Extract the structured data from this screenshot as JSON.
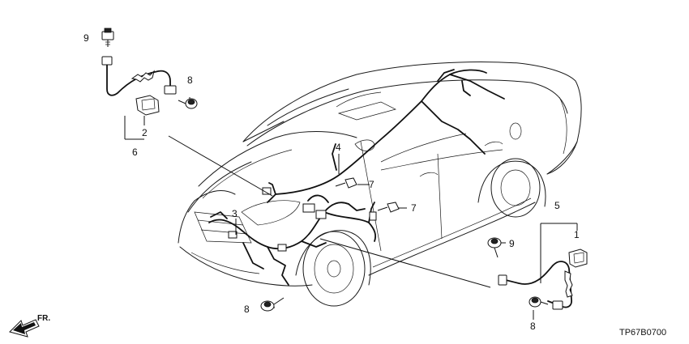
{
  "diagram": {
    "callouts": {
      "c1": "1",
      "c2": "2",
      "c3": "3",
      "c4": "4",
      "c5": "5",
      "c6": "6",
      "c7a": "7",
      "c7b": "7",
      "c8a": "8",
      "c8b": "8",
      "c8c": "8",
      "c9a": "9",
      "c9b": "9"
    },
    "diagram_code": "TP67B0700",
    "direction_label": "FR."
  }
}
